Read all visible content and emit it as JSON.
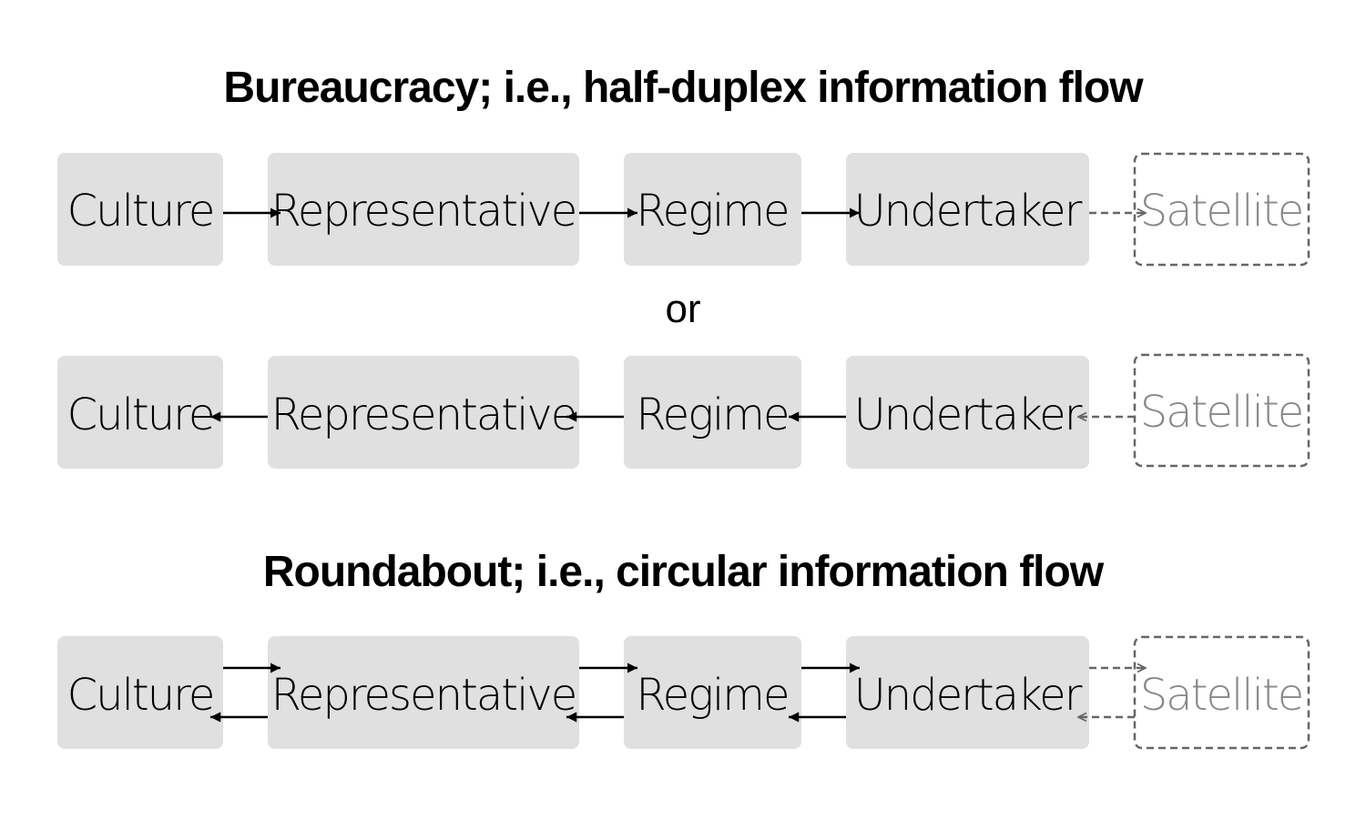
{
  "titles": {
    "bureaucracy": "Bureaucracy; i.e., half-duplex information flow",
    "separator": "or",
    "roundabout": "Roundabout; i.e., circular information flow"
  },
  "nodes": {
    "culture": "Culture",
    "representative": "Representative",
    "regime": "Regime",
    "undertaker": "Undertaker",
    "satellite": "Satellite"
  },
  "colors": {
    "node_fill": "#e0e0e0",
    "text": "#000000",
    "dashed": "#666666",
    "satellite_text": "#888888",
    "arrow": "#000000"
  },
  "rows": [
    {
      "id": "forward",
      "direction": "right"
    },
    {
      "id": "backward",
      "direction": "left"
    },
    {
      "id": "circular",
      "direction": "both"
    }
  ]
}
